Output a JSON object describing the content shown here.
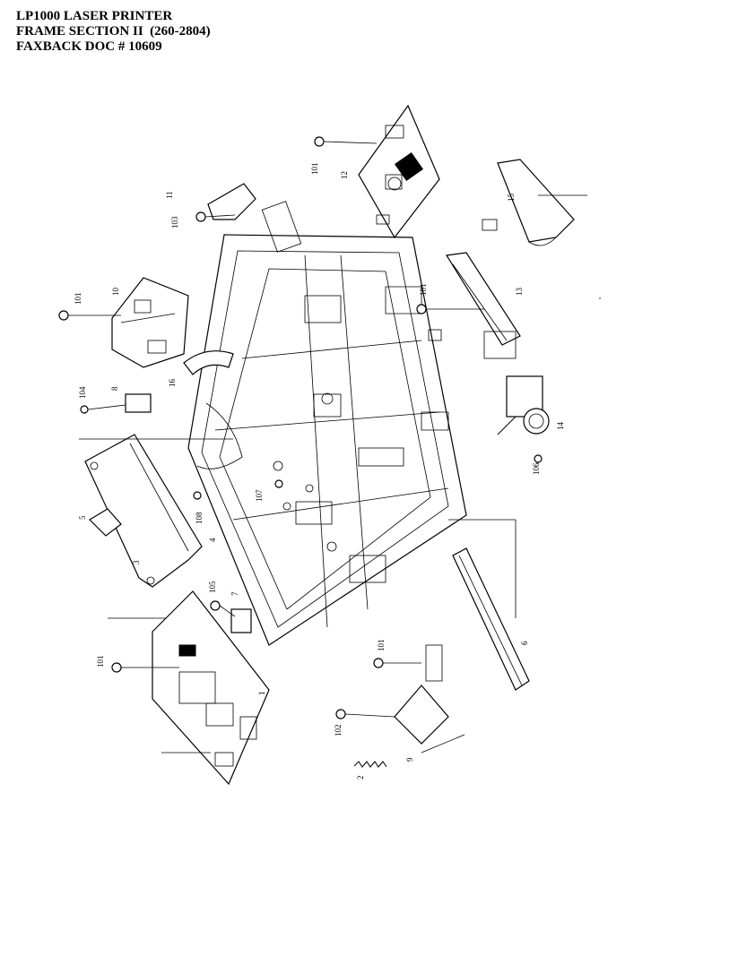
{
  "header": {
    "line1": "LP1000 LASER PRINTER",
    "line2": "FRAME SECTION II  (260-2804)",
    "line3": "FAXBACK DOC # 10609"
  },
  "callouts": {
    "c1": "1",
    "c2": "2",
    "c3": "3",
    "c4": "4",
    "c5": "5",
    "c6": "6",
    "c7": "7",
    "c8": "8",
    "c9": "9",
    "c10": "10",
    "c11": "11",
    "c12": "12",
    "c13": "13",
    "c14": "14",
    "c15": "15",
    "c16": "16",
    "c101a": "101",
    "c101b": "101",
    "c101c": "101",
    "c101d": "101",
    "c101e": "101",
    "c102": "102",
    "c103": "103",
    "c104": "104",
    "c105": "105",
    "c106": "106",
    "c107": "107",
    "c108": "108"
  }
}
